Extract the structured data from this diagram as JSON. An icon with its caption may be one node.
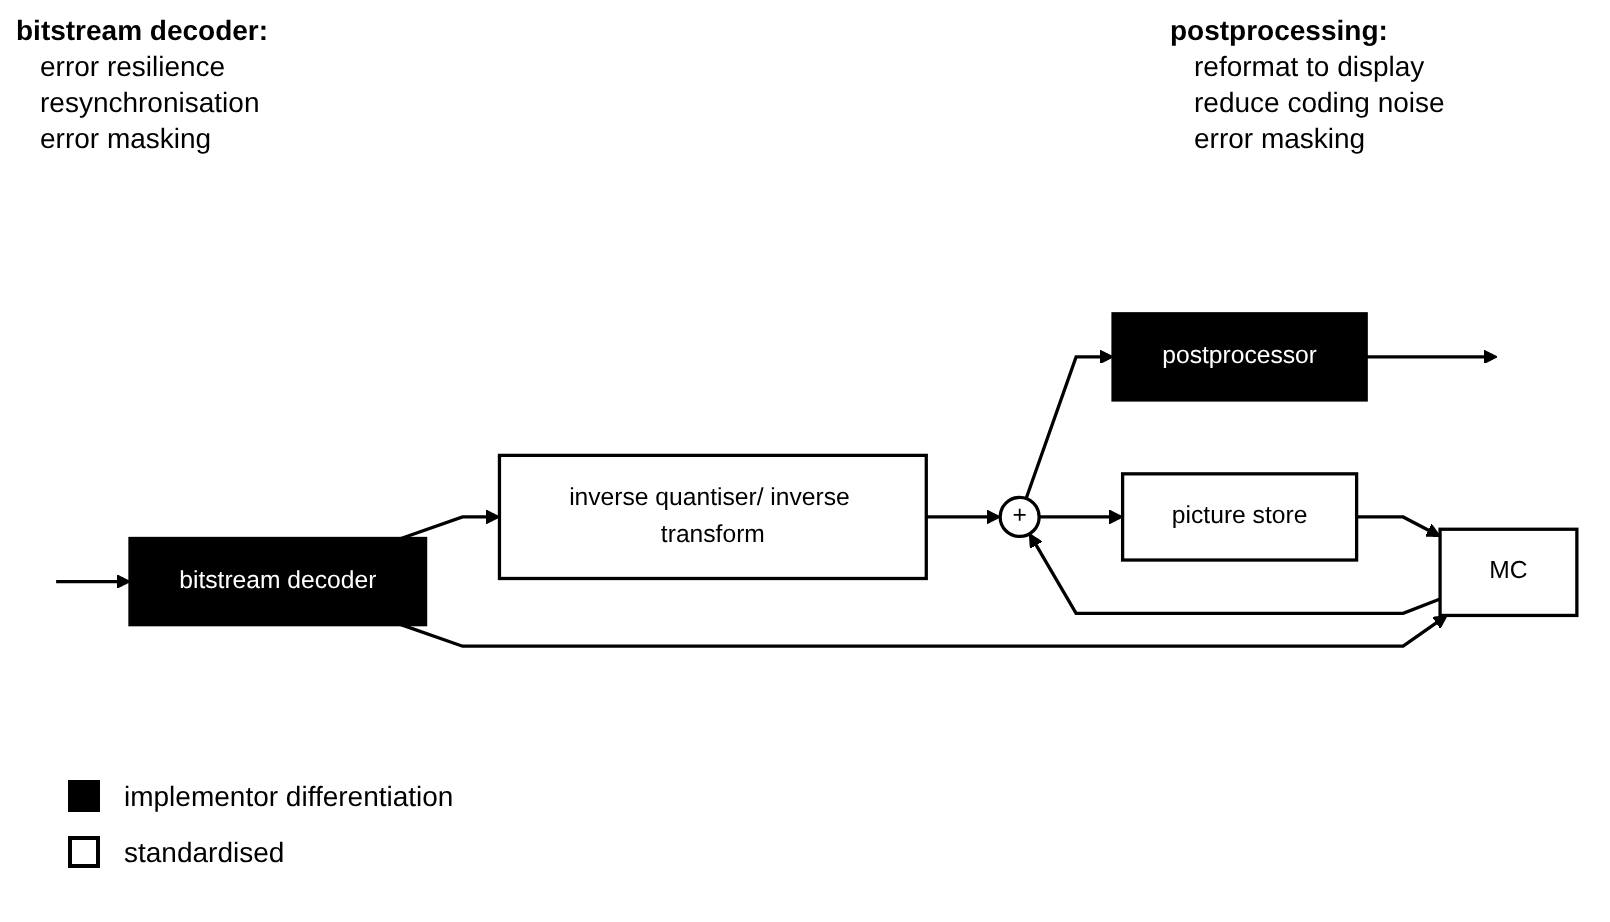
{
  "diagram": {
    "nodes": [
      {
        "text": [
          "bitstream decoder"
        ]
      },
      {
        "text": [
          "inverse quantiser/ inverse transform"
        ]
      },
      {
        "text": [
          "+"
        ]
      },
      {
        "text": [
          "postprocessor"
        ]
      },
      {
        "text": [
          "MC"
        ]
      },
      {
        "text": [
          "picture store"
        ]
      }
    ],
    "edges": [
      {
        "from": null,
        "to": 0,
        "arrow": "to"
      },
      {
        "from": 0,
        "to": 1,
        "arrow": "to"
      },
      {
        "from": 1,
        "to": 2,
        "arrow": "to"
      },
      {
        "from": 2,
        "to": 3,
        "arrow": "to"
      },
      {
        "from": 3,
        "to": null,
        "arrow": "to"
      },
      {
        "from": 2,
        "to": 5,
        "arrow": "to"
      },
      {
        "from": 0,
        "to": 4,
        "arrow": "to"
      },
      {
        "from": 4,
        "to": 2,
        "arrow": "to"
      },
      {
        "from": 5,
        "to": 4,
        "arrow": "to"
      }
    ],
    "labels": [
      "bitstream decoder:",
      "error resilience",
      "resynchronisation",
      "error masking",
      "postprocessing:",
      "reformat to display",
      "reduce coding noise",
      "error masking"
    ],
    "legend": [
      {
        "text": "implementor differentiation",
        "color": "#000000"
      },
      {
        "text": "standardised",
        "color": "#ffffff"
      }
    ]
  }
}
